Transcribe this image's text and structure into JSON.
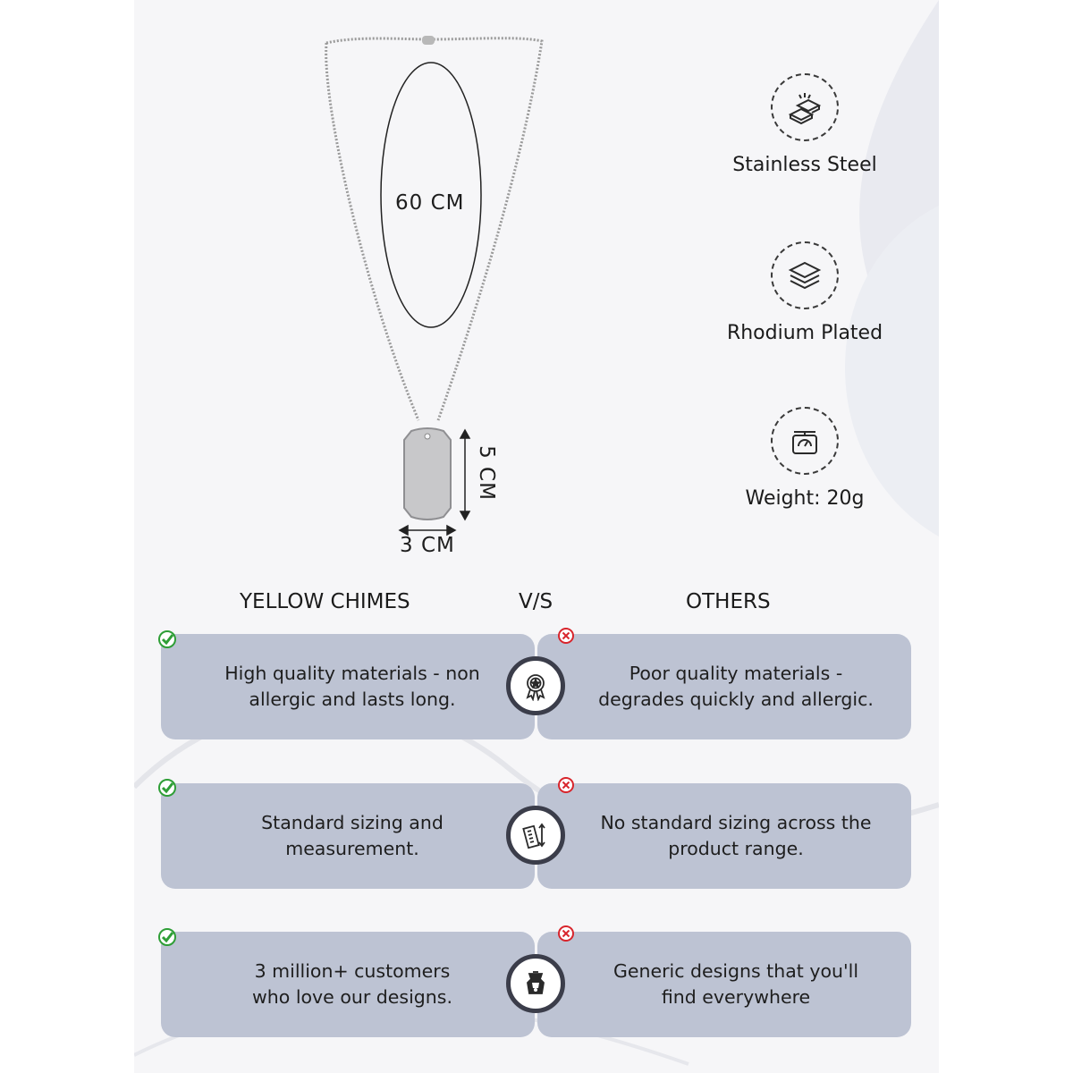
{
  "dimensions": {
    "chain_length": "60 CM",
    "pendant_height": "5 CM",
    "pendant_width": "3 CM"
  },
  "features": [
    {
      "icon": "metal-bars-icon",
      "label": "Stainless Steel"
    },
    {
      "icon": "layers-icon",
      "label": "Rhodium Plated"
    },
    {
      "icon": "weighing-scale-icon",
      "label": "Weight: 20g"
    }
  ],
  "comparison": {
    "left_heading": "YELLOW CHIMES",
    "vs_heading": "V/S",
    "right_heading": "OTHERS",
    "rows": [
      {
        "icon": "quality-badge-icon",
        "ours_lines": [
          "High quality materials - non",
          "allergic and lasts long."
        ],
        "others_lines": [
          "Poor quality materials -",
          "degrades quickly and allergic."
        ]
      },
      {
        "icon": "ruler-measure-icon",
        "ours_lines": [
          "Standard sizing and",
          "measurement."
        ],
        "others_lines": [
          "No standard sizing across the",
          "product range."
        ]
      },
      {
        "icon": "customer-jewelry-icon",
        "ours_lines": [
          "3 million+ customers",
          "who love our designs."
        ],
        "others_lines": [
          "Generic designs that you'll",
          "find everywhere"
        ]
      }
    ]
  },
  "colors": {
    "card_bg": "#bdc3d3",
    "check_green": "#2e9e36",
    "cross_red": "#d8252c",
    "icon_ring": "#3b3d4a"
  }
}
